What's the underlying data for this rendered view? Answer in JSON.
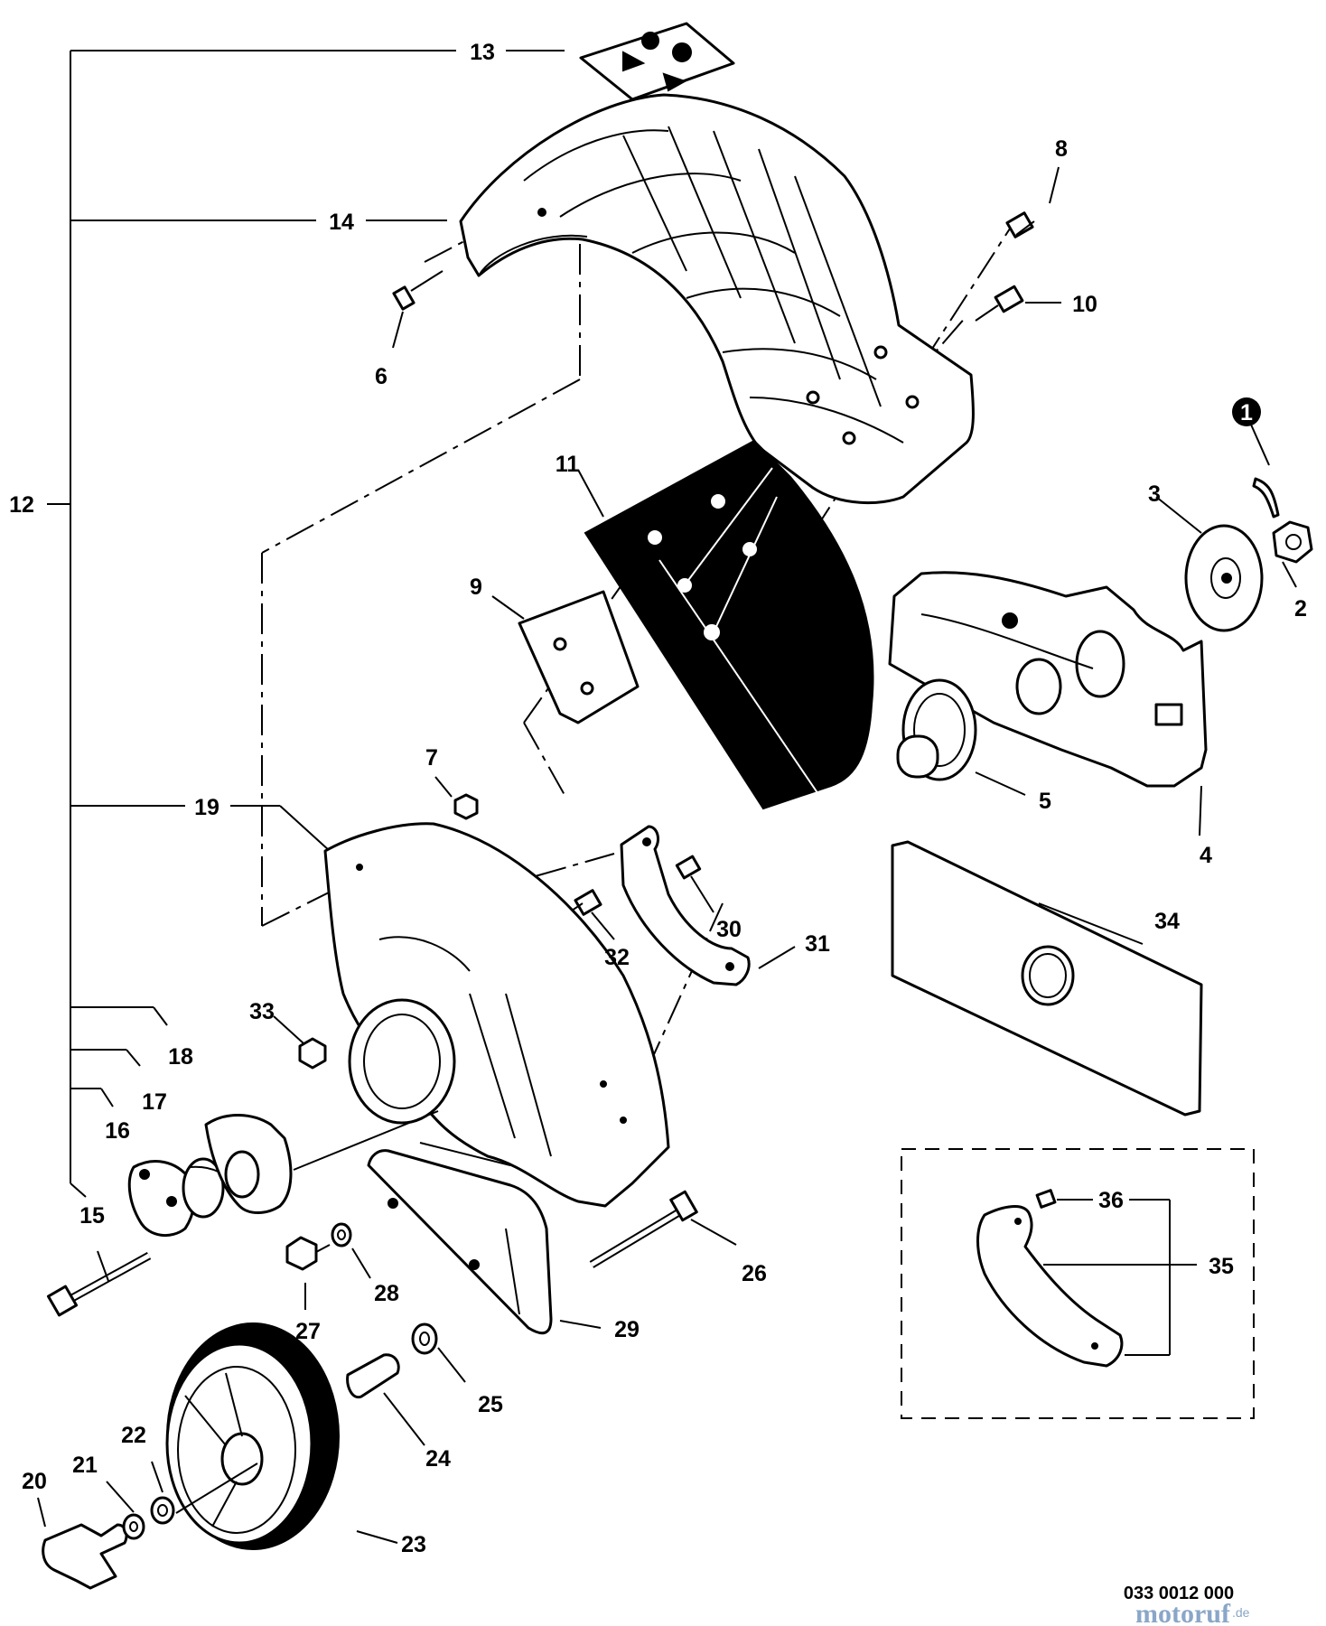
{
  "callouts": {
    "c1": "1",
    "c2": "2",
    "c3": "3",
    "c4": "4",
    "c5": "5",
    "c6": "6",
    "c7": "7",
    "c8": "8",
    "c9": "9",
    "c10": "10",
    "c11": "11",
    "c12": "12",
    "c13": "13",
    "c14": "14",
    "c15": "15",
    "c16": "16",
    "c17": "17",
    "c18": "18",
    "c19": "19",
    "c20": "20",
    "c21": "21",
    "c22": "22",
    "c23": "23",
    "c24": "24",
    "c25": "25",
    "c26": "26",
    "c27": "27",
    "c28": "28",
    "c29": "29",
    "c30": "30",
    "c31": "31",
    "c32": "32",
    "c33": "33",
    "c34": "34",
    "c35": "35",
    "c36": "36"
  },
  "footer": {
    "diagram_code": "033 0012 000",
    "watermark": "motoruf",
    "watermark_suffix": ".de"
  }
}
